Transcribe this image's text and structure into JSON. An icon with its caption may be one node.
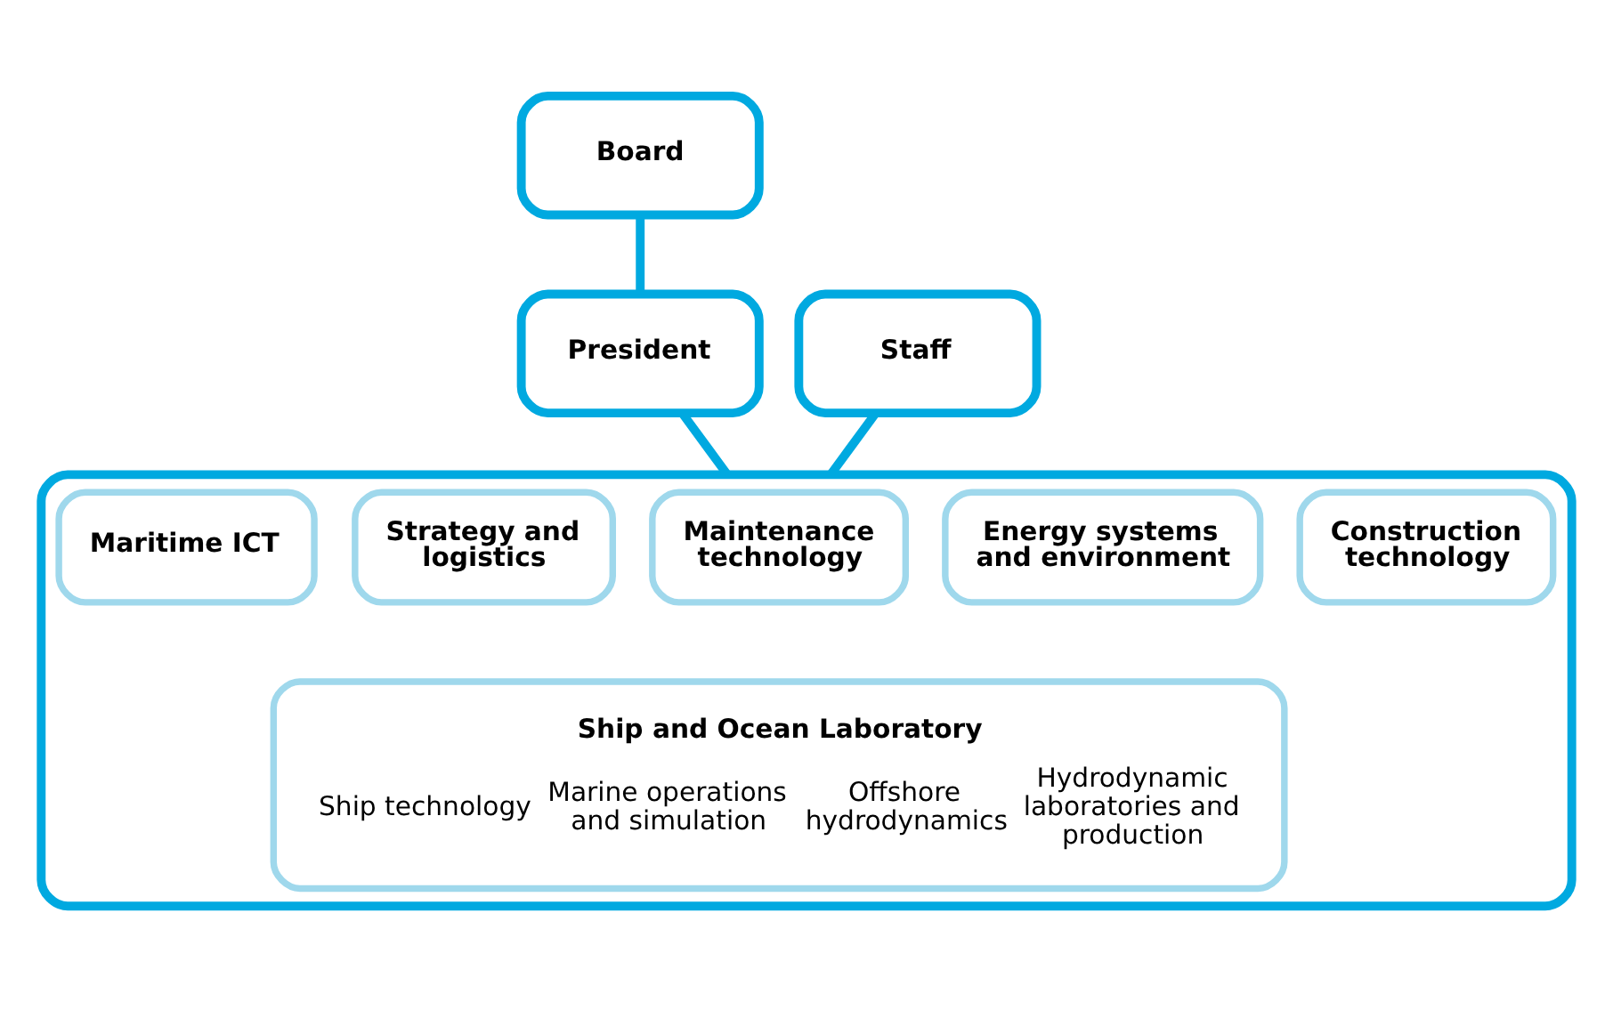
{
  "diagram": {
    "nodes": [
      {
        "text": [
          "Board"
        ]
      },
      {
        "text": [
          "President"
        ]
      },
      {
        "text": [
          "Staff"
        ]
      },
      {
        "text": [],
        "shape": "box"
      },
      {
        "text": [
          "Maritime ICT"
        ],
        "in": 3
      },
      {
        "text": [
          "Strategy and logistics"
        ],
        "in": 3
      },
      {
        "text": [
          "Maintenance technology"
        ],
        "in": 3
      },
      {
        "text": [
          "Energy systems and environment"
        ],
        "in": 3
      },
      {
        "text": [
          "Construction technology"
        ],
        "in": 3
      },
      {
        "text": [
          "Ship and Ocean Laboratory",
          "Ship technology",
          "Marine operations and simulation",
          "Offshore hydrodynamics",
          "Hydrodynamic laboratories and production"
        ],
        "in": 3
      }
    ],
    "edges": [
      {
        "from": 0,
        "to": 1,
        "arrow": "none"
      },
      {
        "from": 1,
        "to": 3,
        "arrow": "none"
      },
      {
        "from": 2,
        "to": 3,
        "arrow": "none"
      }
    ]
  }
}
